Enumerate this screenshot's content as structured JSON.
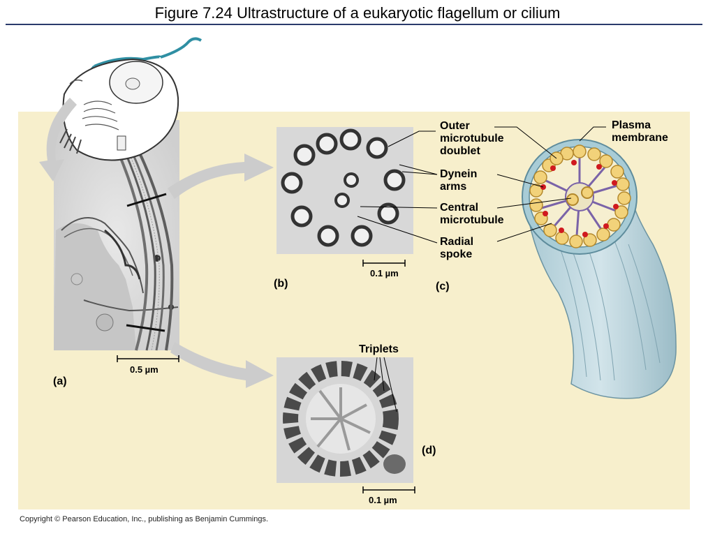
{
  "title": "Figure 7.24  Ultrastructure of a eukaryotic flagellum or cilium",
  "labels": {
    "outer_microtubule_doublet": "Outer\nmicrotubule\ndoublet",
    "dynein_arms": "Dynein\narms",
    "central_microtubule": "Central\nmicrotubule",
    "radial_spoke": "Radial\nspoke",
    "plasma_membrane": "Plasma\nmembrane",
    "triplets": "Triplets"
  },
  "panels": {
    "a": "(a)",
    "b": "(b)",
    "c": "(c)",
    "d": "(d)"
  },
  "scale_bars": {
    "a": "0.5 µm",
    "b": "0.1 µm",
    "d": "0.1 µm"
  },
  "copyright": "Copyright © Pearson Education, Inc., publishing as Benjamin Cummings.",
  "colors": {
    "panel_background": "#f7efcc",
    "title_rule": "#2a3a6b",
    "membrane": "#9cc3cf",
    "microtubule": "#f2d27a",
    "dynein": "#d0191f",
    "spoke": "#7a63a8"
  }
}
